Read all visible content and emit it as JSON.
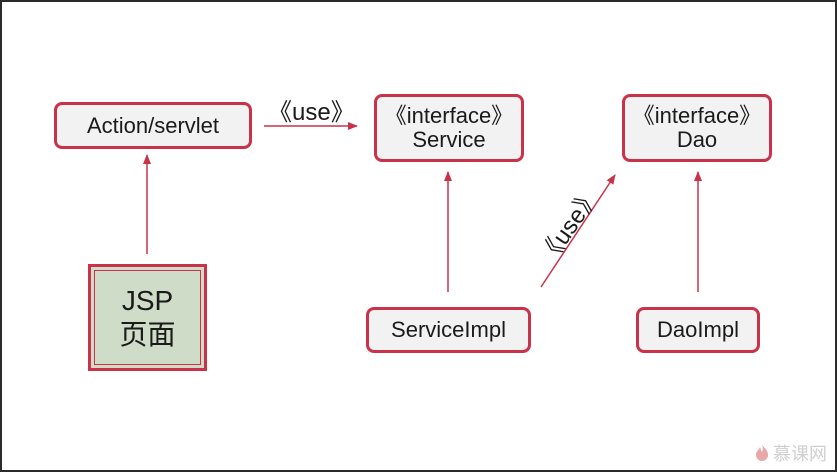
{
  "boxes": {
    "action": {
      "label": "Action/servlet"
    },
    "service": {
      "line1": "《interface》",
      "line2": "Service"
    },
    "dao": {
      "line1": "《interface》",
      "line2": "Dao"
    },
    "jsp": {
      "line1": "JSP",
      "line2": "页面"
    },
    "serviceimpl": {
      "label": "ServiceImpl"
    },
    "daoimpl": {
      "label": "DaoImpl"
    }
  },
  "relations": {
    "use_horizontal": "《use》",
    "use_diagonal": "《use》"
  },
  "watermark": {
    "text": "慕课网",
    "icon": "flame-icon"
  },
  "colors": {
    "border": "#c8334a",
    "box_fill": "#f2f2f2",
    "jsp_fill": "#cfdcc8",
    "arrow": "#c8334a"
  }
}
